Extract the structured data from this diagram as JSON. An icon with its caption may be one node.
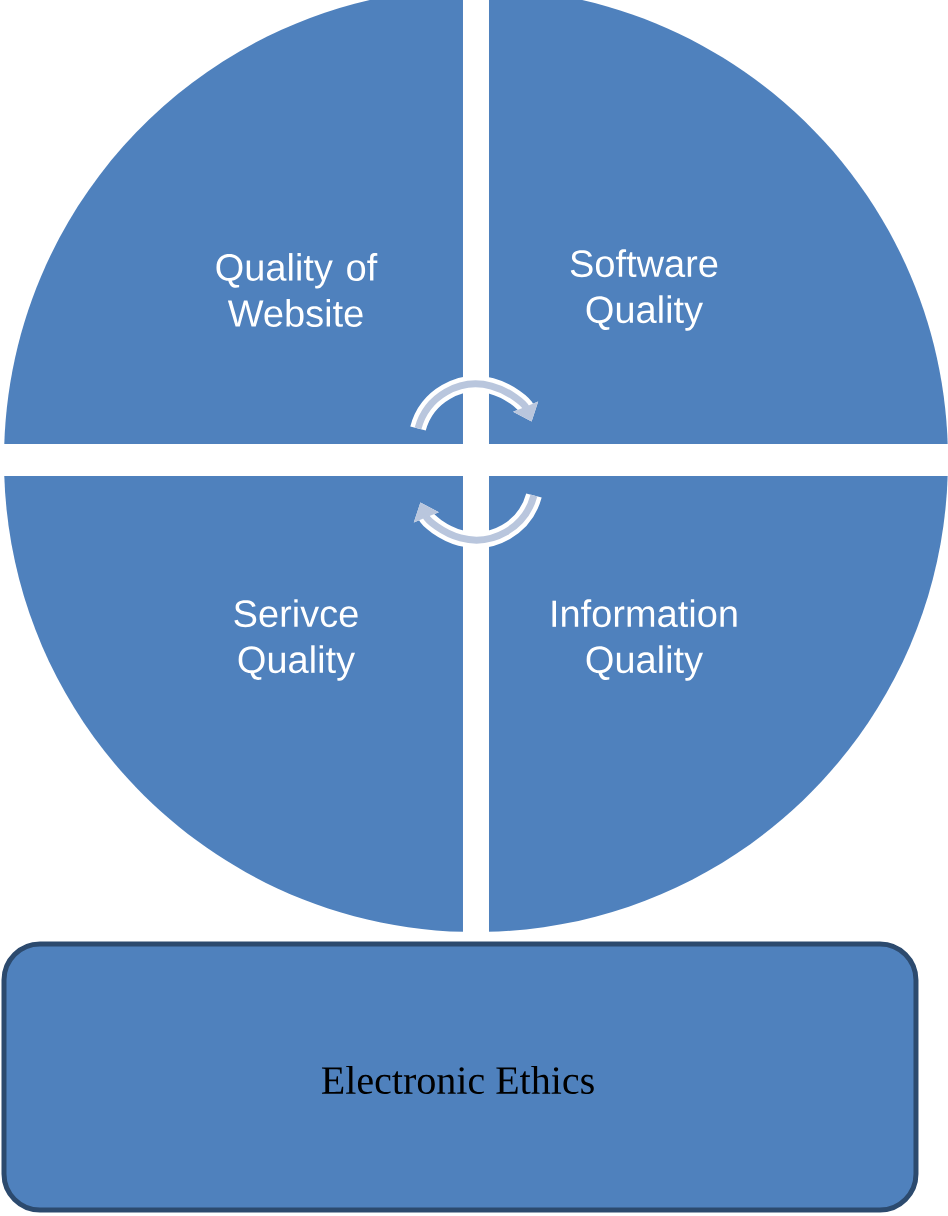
{
  "diagram": {
    "nodes": [
      {
        "text": [
          "Quality of Website"
        ]
      },
      {
        "text": [
          "Software Quality"
        ]
      },
      {
        "text": [
          "Serivce Quality"
        ]
      },
      {
        "text": [
          "Information Quality"
        ]
      },
      {
        "text": [
          "Electronic Ethics"
        ]
      }
    ],
    "edges": [
      {
        "from": 0,
        "to": 1,
        "arrow": "to"
      },
      {
        "from": 3,
        "to": 2,
        "arrow": "to"
      }
    ]
  }
}
